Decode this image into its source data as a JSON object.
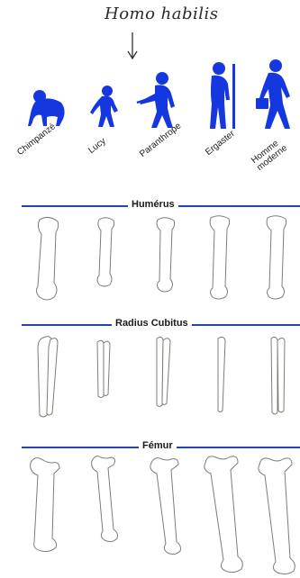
{
  "title": "Homo habilis",
  "species": [
    {
      "label": "Chimpanzé",
      "color": "#1437e0"
    },
    {
      "label": "Lucy",
      "color": "#1437e0"
    },
    {
      "label": "Paranthrope",
      "color": "#1437e0"
    },
    {
      "label": "Ergaster",
      "color": "#1437e0"
    },
    {
      "label": "Homme\nmoderne",
      "color": "#1437e0"
    }
  ],
  "sections": [
    {
      "title": "Humérus"
    },
    {
      "title": "Radius Cubitus"
    },
    {
      "title": "Fémur"
    }
  ],
  "colors": {
    "line": "#2546a8",
    "figure": "#1437e0",
    "bone_outline": "#7d7d75"
  }
}
